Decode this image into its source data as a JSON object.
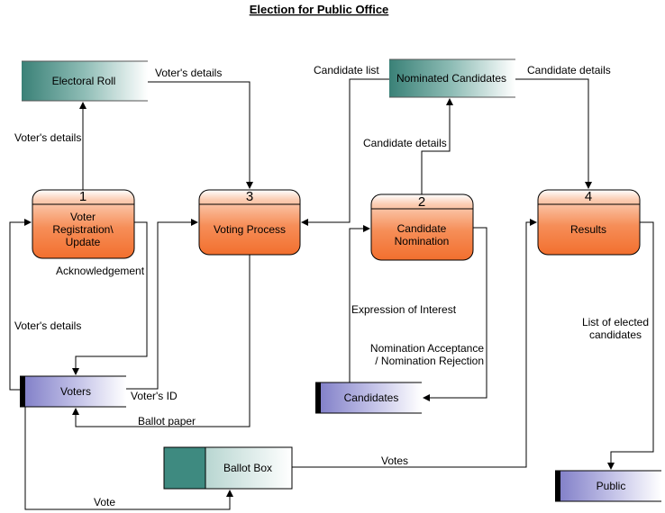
{
  "title": "Election for Public Office",
  "processes": {
    "p1": {
      "number": "1",
      "label_lines": [
        "Voter",
        "Registration\\",
        "Update"
      ]
    },
    "p3": {
      "number": "3",
      "label_lines": [
        "Voting Process"
      ]
    },
    "p2": {
      "number": "2",
      "label_lines": [
        "Candidate",
        "Nomination"
      ]
    },
    "p4": {
      "number": "4",
      "label_lines": [
        "Results"
      ]
    }
  },
  "stores": {
    "electoral_roll": "Electoral Roll",
    "nominated_candidates": "Nominated Candidates",
    "voters": "Voters",
    "candidates": "Candidates",
    "ballot_box": "Ballot Box",
    "public": "Public"
  },
  "flows": {
    "voters_details_to_roll": "Voter's details",
    "voters_details_roll_to_voting": "Voter's details",
    "candidate_list": "Candidate list",
    "candidate_details_to_results": "Candidate details",
    "candidate_details_to_nominated": "Candidate details",
    "acknowledgement": "Acknowledgement",
    "voters_details_to_reg": "Voter's details",
    "voters_id": "Voter's ID",
    "ballot_paper": "Ballot paper",
    "expression_of_interest": "Expression of Interest",
    "nomination_acceptance_lines": [
      "Nomination Acceptance",
      "/ Nomination Rejection"
    ],
    "list_elected_lines": [
      "List of elected",
      "candidates"
    ],
    "votes": "Votes",
    "vote": "Vote"
  },
  "colors": {
    "process_gradient_start": "#ffffff",
    "process_gradient_end": "#f47a3c",
    "store_teal": "#3f8a80",
    "store_purple": "#8a88cc"
  }
}
